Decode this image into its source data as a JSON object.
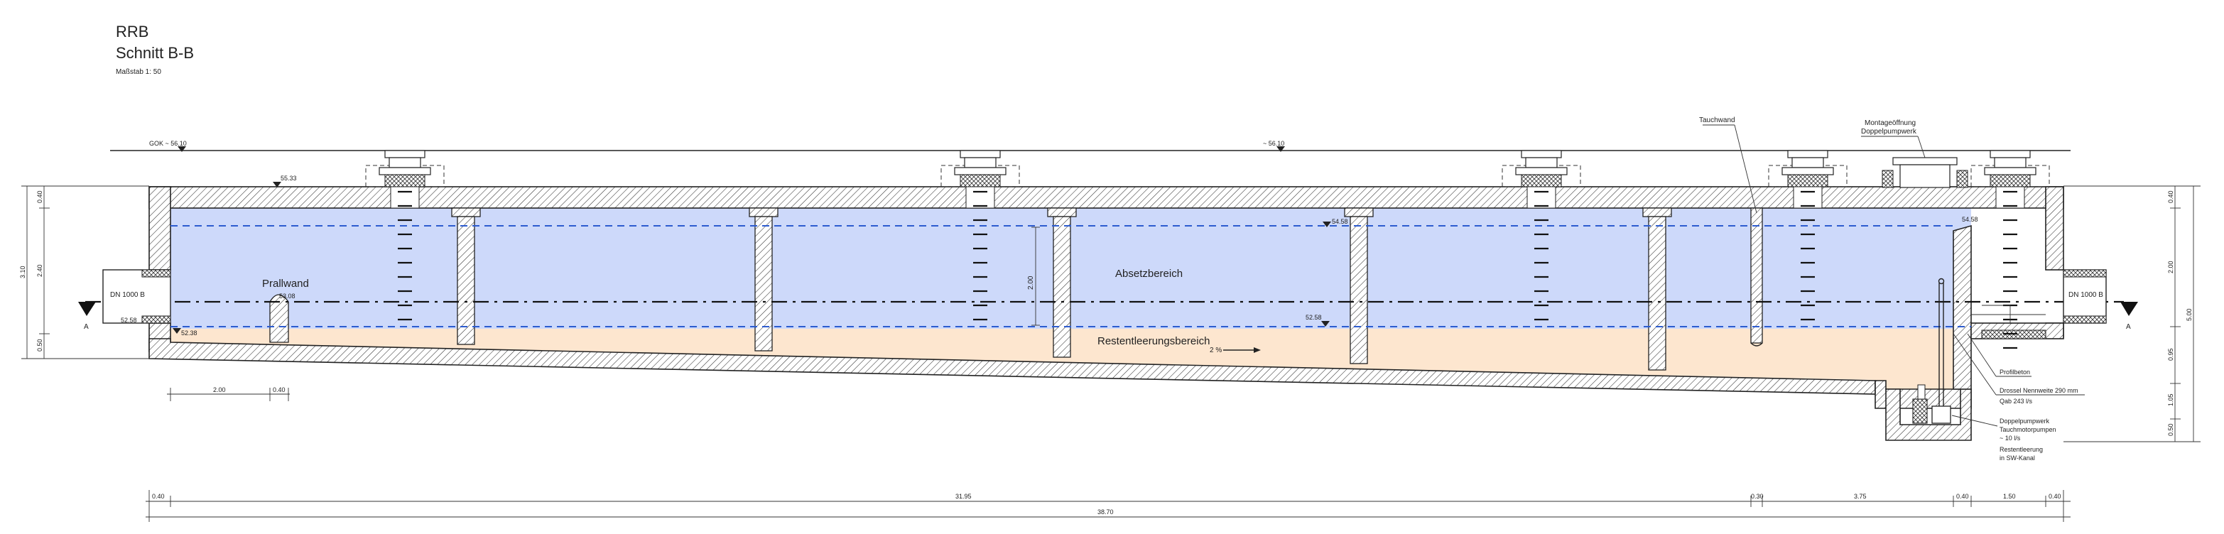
{
  "header": {
    "title": "RRB",
    "subtitle": "Schnitt B-B",
    "scale": "Maßstab 1: 50"
  },
  "labels": {
    "prallwand": "Prallwand",
    "absetzbereich": "Absetzbereich",
    "restentleerung": "Restentleerungsbereich",
    "slope": "2 %",
    "tauchwand": "Tauchwand",
    "montage_1": "Montageöffnung",
    "montage_2": "Doppelpumpwerk",
    "inlet_dn": "DN 1000 B",
    "outlet_dn": "DN 1000 B",
    "section_mark_left": "A",
    "section_mark_right": "A",
    "profilbeton": "Profilbeton",
    "drossel_1": "Drossel Nennweite 290 mm",
    "drossel_2": "Qab 243 l/s",
    "pump_1": "Doppelpumpwerk",
    "pump_2": "Tauchmotorpumpen",
    "pump_3": "~ 10 l/s",
    "pump_4": "Restentleerung",
    "pump_5": "in SW-Kanal"
  },
  "levels": {
    "gok": "GOK ~ 56.10",
    "top_level": "~ 56.10",
    "roof_left": "55.33",
    "max_water": "54.58",
    "max_water_right": "54.58",
    "invert_inlet": "52.58",
    "invert_mid": "52.58",
    "floor_left": "52.38",
    "prallwand_top": "53.08",
    "absetz_height": "2.00"
  },
  "dimensions": {
    "left_v": [
      "0.40",
      "2.40",
      "0.50"
    ],
    "left_v_total": "3.10",
    "right_v": [
      "0.40",
      "2.00",
      "0.95",
      "1.05",
      "0.50"
    ],
    "right_v_total": "5.00",
    "small_h": [
      "2.00",
      "0.40"
    ],
    "bottom_h": [
      "0.40",
      "31.95",
      "0.30",
      "3.75",
      "0.40",
      "1.50",
      "0.40"
    ],
    "bottom_total": "38.70"
  }
}
